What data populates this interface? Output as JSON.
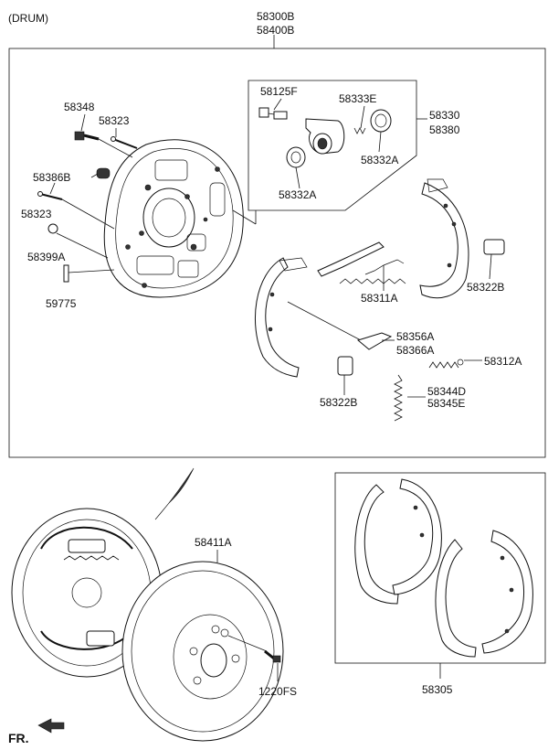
{
  "header": {
    "variant": "(DRUM)"
  },
  "assembly": {
    "code1": "58300B",
    "code2": "58400B"
  },
  "labels": {
    "p58348": "58348",
    "p58323a": "58323",
    "p58386b": "58386B",
    "p58323b": "58323",
    "p58399a": "58399A",
    "p59775": "59775",
    "p58125f": "58125F",
    "p58333e": "58333E",
    "p58330": "58330",
    "p58380": "58380",
    "p58332a_r": "58332A",
    "p58332a_l": "58332A",
    "p58311a": "58311A",
    "p58322b_r": "58322B",
    "p58356a": "58356A",
    "p58366a": "58366A",
    "p58312a": "58312A",
    "p58322b_l": "58322B",
    "p58344d": "58344D",
    "p58345e": "58345E",
    "p58411a": "58411A",
    "p1220fs": "1220FS",
    "p58305": "58305",
    "front": "FR."
  }
}
